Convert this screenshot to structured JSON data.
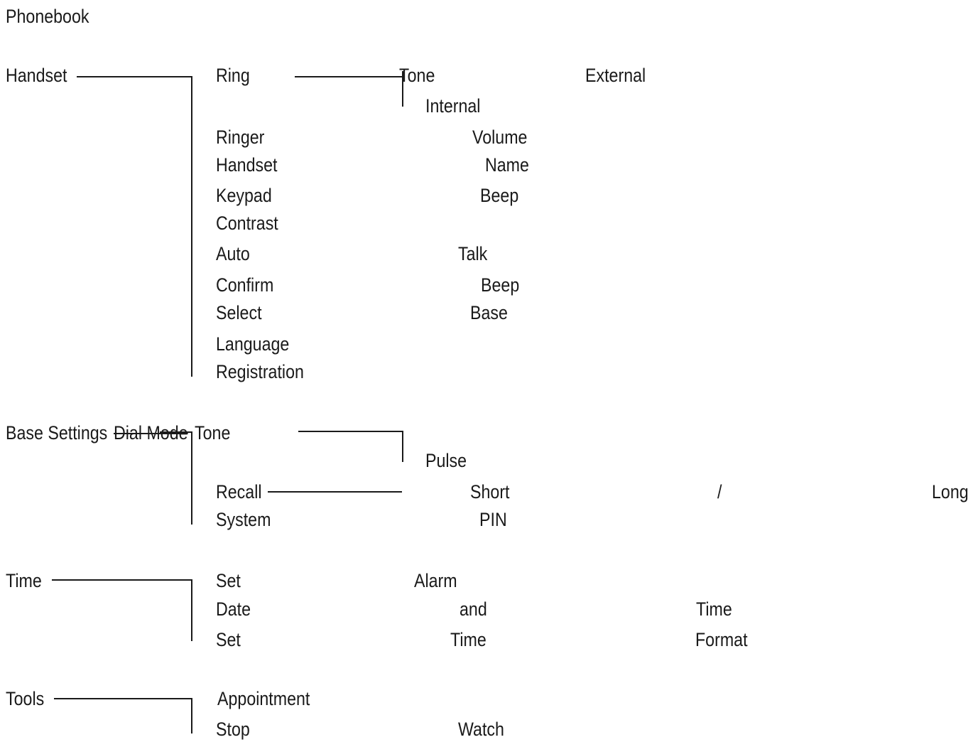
{
  "phonebook": "Phonebook",
  "handset": {
    "label": "Handset",
    "ring": {
      "label": "Ring",
      "tone": "Tone",
      "external": "External",
      "internal": "Internal"
    },
    "ringer": {
      "label": "Ringer",
      "value": "Volume"
    },
    "handset_name": {
      "label": "Handset",
      "value": "Name"
    },
    "keypad": {
      "label": "Keypad",
      "value": "Beep"
    },
    "contrast": "Contrast",
    "auto": {
      "label": "Auto",
      "value": "Talk"
    },
    "confirm": {
      "label": "Confirm",
      "value": "Beep"
    },
    "select": {
      "label": "Select",
      "value": "Base"
    },
    "language": "Language",
    "registration": "Registration"
  },
  "base_settings": {
    "label": "Base Settings",
    "dial_mode": "Dial Mode",
    "tone": "Tone",
    "pulse": "Pulse",
    "recall": {
      "label": "Recall",
      "short": "Short",
      "sep": "/",
      "long": "Long"
    },
    "system": {
      "label": "System",
      "value": "PIN"
    }
  },
  "time": {
    "label": "Time",
    "set_alarm": {
      "label": "Set",
      "value": "Alarm"
    },
    "date_time": {
      "label": "Date",
      "mid": "and",
      "value": "Time"
    },
    "set_time_format": {
      "label": "Set",
      "mid": "Time",
      "value": "Format"
    }
  },
  "tools": {
    "label": "Tools",
    "appointment": "Appointment",
    "stop_watch": {
      "label": "Stop",
      "value": "Watch"
    }
  }
}
